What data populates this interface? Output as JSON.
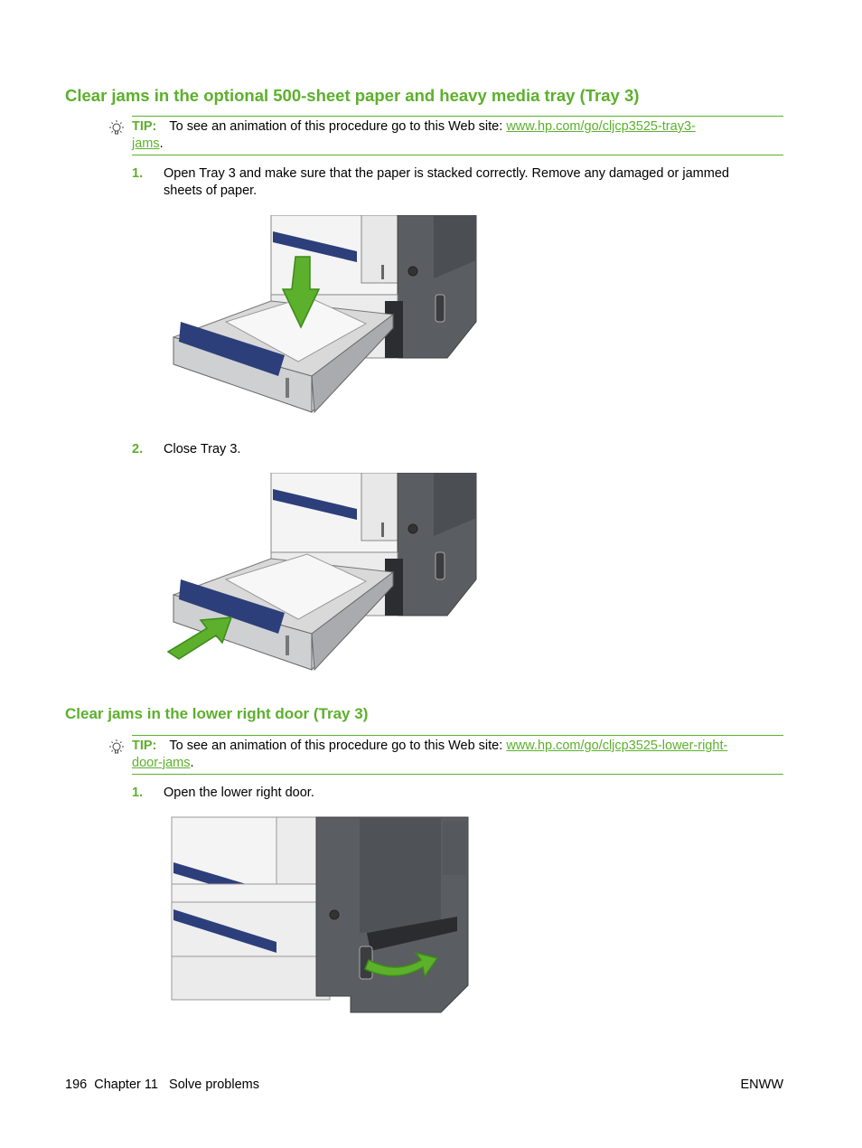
{
  "section1": {
    "title": "Clear jams in the optional 500-sheet paper and heavy media tray (Tray 3)",
    "tip": {
      "label": "TIP:",
      "text": "To see an animation of this procedure go to this Web site: ",
      "link_line1": "www.hp.com/go/cljcp3525-tray3-",
      "link_line2": "jams",
      "end": "."
    },
    "steps": [
      {
        "num": "1.",
        "line1": "Open Tray 3 and make sure that the paper is stacked correctly. Remove any damaged or jammed",
        "line2": "sheets of paper."
      },
      {
        "num": "2.",
        "line1": "Close Tray 3."
      }
    ]
  },
  "section2": {
    "title": "Clear jams in the lower right door (Tray 3)",
    "tip": {
      "label": "TIP:",
      "text": "To see an animation of this procedure go to this Web site: ",
      "link_line1": "www.hp.com/go/cljcp3525-lower-right-",
      "link_line2": "door-jams",
      "end": "."
    },
    "steps": [
      {
        "num": "1.",
        "line1": "Open the lower right door."
      }
    ]
  },
  "footer": {
    "page": "196",
    "chapter": "Chapter 11",
    "chapter_title": "Solve problems",
    "right": "ENWW"
  },
  "colors": {
    "accent": "#5cb02c",
    "printer_dark": "#5a5d61",
    "tray_blue": "#2d3f7a"
  }
}
